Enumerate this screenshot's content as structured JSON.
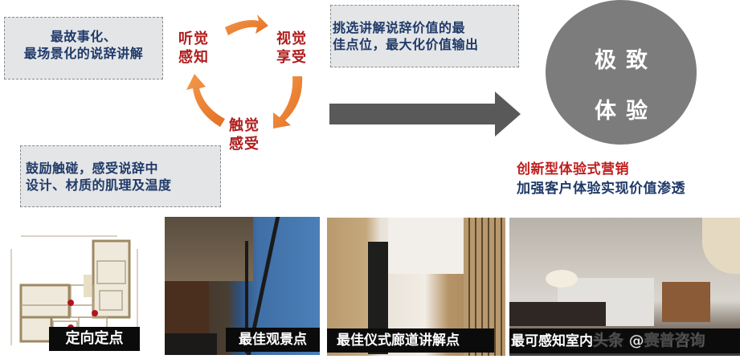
{
  "notes": {
    "story": {
      "line1": "最故事化、",
      "line2": "最场景化的说辞讲解"
    },
    "value": {
      "line1": "挑选讲解说辞价值的最",
      "line2": "佳点位，最大化价值输出"
    },
    "touch": {
      "line1": "鼓励触碰，感受说辞中",
      "line2": "设计、材质的肌理及温度"
    }
  },
  "senses": {
    "hearing": {
      "line1": "听觉",
      "line2": "感知"
    },
    "visual": {
      "line1": "视觉",
      "line2": "享受"
    },
    "touch": {
      "line1": "触觉",
      "line2": "感受"
    }
  },
  "cycle": {
    "arrow_color": "#ec7a2c",
    "icon": "circular-arrows-icon"
  },
  "main_arrow": {
    "color": "#595959",
    "icon": "right-arrow-icon"
  },
  "circle": {
    "line1": "极致",
    "line2": "体验",
    "color": "#7c7c7c"
  },
  "marketing": {
    "title": "创新型体验式营销",
    "subtitle": "加强客户体验实现价值渗透",
    "title_color": "#c01f1f",
    "subtitle_color": "#1f3a68"
  },
  "photos": [
    {
      "caption": "定向定点",
      "type": "floor-plan"
    },
    {
      "caption": "最佳观景点",
      "type": "view-window"
    },
    {
      "caption": "最佳仪式廊道讲解点",
      "type": "corridor"
    },
    {
      "caption": "最可感知室内",
      "watermark": "头条 @赛普咨询",
      "type": "living-room"
    }
  ],
  "colors": {
    "note_bg": "#e4e5e7",
    "note_text": "#1f3a68",
    "sense_text": "#b01c1c",
    "marker_red": "#b0151c"
  }
}
